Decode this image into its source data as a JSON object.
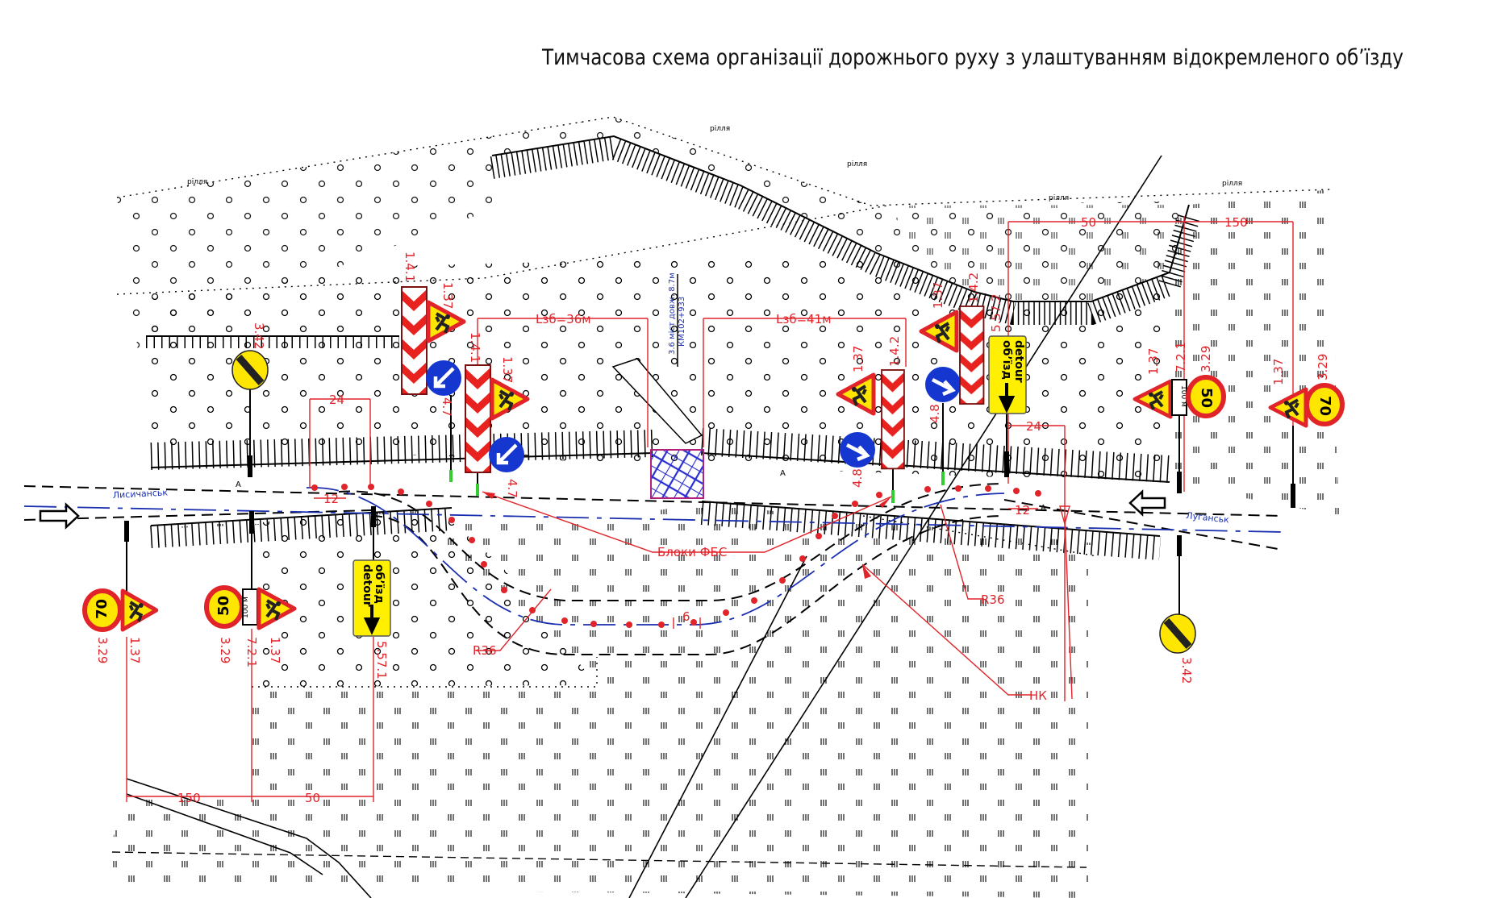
{
  "title": "Тимчасова схема організації дорожнього руху з улаштуванням відокремленого об’їзду",
  "land_label": "рілля",
  "cities": {
    "left": "Лисичанськ",
    "right": "Луганськ"
  },
  "bridge": {
    "line1": "3.6  міст довж. 8.7м",
    "line2": "КМ102+933"
  },
  "lengths": {
    "left": "Lзб=36м",
    "right": "Lзб=41м"
  },
  "dimensions": {
    "top_right_a": "50",
    "top_right_b": "150",
    "bottom_left_a": "150",
    "bottom_left_b": "50",
    "offset_left": "24",
    "offset_right": "24",
    "lane_left": "12",
    "lane_right": "12",
    "detour_width": "6"
  },
  "annotations": {
    "blocks": "Блоки  ФБС",
    "radius_left": "R36",
    "radius_right": "R36",
    "nk": "НК",
    "lane_mark": "A"
  },
  "sign_codes": {
    "end_restrictions": "3.42",
    "chevron_left": "1.4.1",
    "chevron_right": "1.4.2",
    "road_works": "1.37",
    "keep_left": "4.7",
    "keep_right": "4.8",
    "detour_left": "5.57.1",
    "detour_right": "5.57.2",
    "distance_plate": "7.2.1",
    "speed_limit": "3.29"
  },
  "sign_texts": {
    "detour_ua": "об’їзд",
    "detour_en": "detour",
    "distance": "100 м",
    "speed_70": "70",
    "speed_50": "50"
  },
  "colors": {
    "red": "#e0242a",
    "blue": "#1a2fb0",
    "sign_blue": "#1537d0",
    "yellow": "#ffef00",
    "blocks": "#1c22a8"
  }
}
